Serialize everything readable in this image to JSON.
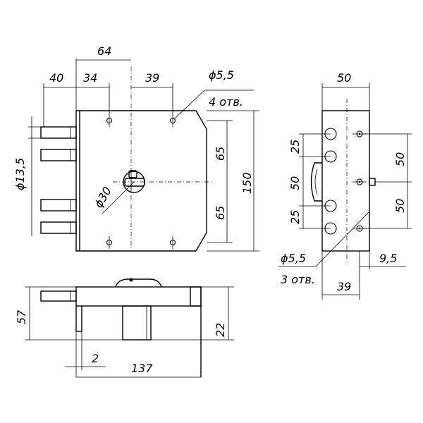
{
  "drawing": {
    "top_dims": {
      "d64": "64",
      "d40": "40",
      "d34": "34",
      "d39": "39"
    },
    "hole_label": {
      "dia": "ϕ5,5",
      "count": "4 отв."
    },
    "left_dims": {
      "bolt_dia": "ϕ13,5"
    },
    "center_dims": {
      "dia30": "ϕ30",
      "upper65": "65",
      "lower65": "65",
      "total150": "150"
    },
    "side_view": {
      "width50": "50",
      "left25_top": "25",
      "left50": "50",
      "left25_bottom": "25",
      "right50_top": "50",
      "right50_bottom": "50",
      "dia_label": "ϕ5,5",
      "count_label": "3 отв.",
      "d9_5": "9,5",
      "d39": "39"
    },
    "bottom_view": {
      "d57": "57",
      "d22": "22",
      "d2": "2",
      "d137": "137"
    }
  }
}
